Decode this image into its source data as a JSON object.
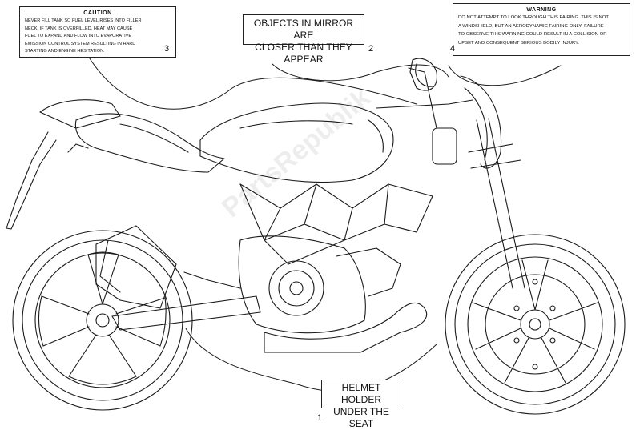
{
  "labels": {
    "caution": {
      "number": "3",
      "title": "CAUTION",
      "lines": [
        "NEVER FILL TANK SO FUEL LEVEL RISES INTO FILLER",
        "NECK. IF TANK IS OVERFILLED, HEAT MAY CAUSE",
        "FUEL TO EXPAND AND FLOW INTO EVAPORATIVE",
        "EMISSION CONTROL SYSTEM RESULTING IN HARD",
        "STARTING AND ENGINE HESITATION."
      ]
    },
    "mirror": {
      "number": "2",
      "lines": [
        "OBJECTS IN MIRROR ARE",
        "CLOSER THAN THEY APPEAR"
      ]
    },
    "warning": {
      "number": "4",
      "title": "WARNING",
      "lines": [
        "DO NOT ATTEMPT TO LOOK THROUGH THIS FAIRING. THIS IS NOT",
        "A WINDSHIELD, BUT AN AERODYNAMIC FAIRING ONLY; FAILURE",
        "TO OBSERVE THIS WARNING COULD RESULT IN A COLLISION OR",
        "UPSET AND CONSEQUENT SERIOUS BODILY INJURY."
      ]
    },
    "helmet": {
      "number": "1",
      "lines": [
        "HELMET HOLDER",
        "UNDER THE SEAT"
      ]
    }
  },
  "watermark": "PartsRepublik"
}
